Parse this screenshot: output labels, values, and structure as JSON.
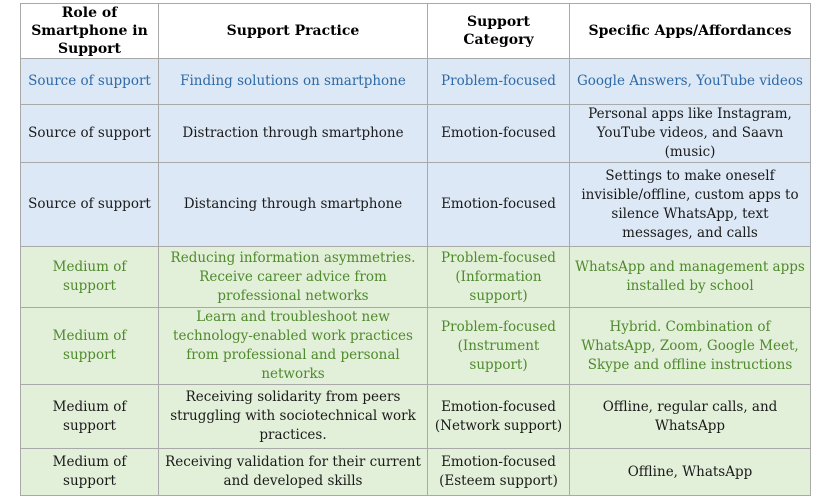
{
  "headers": [
    "Role of Smartphone in Support",
    "Support Practice",
    "Support Category",
    "Specific Apps/Affordances"
  ],
  "rows": [
    {
      "role": "Source of support",
      "practice": "Finding solutions on smartphone",
      "category": "Problem-focused",
      "apps": "Google Answers, YouTube videos"
    },
    {
      "role": "Source of support",
      "practice": "Distraction through smartphone",
      "category": "Emotion-focused",
      "apps": "Personal apps like Instagram, YouTube videos, and Saavn (music)"
    },
    {
      "role": "Source of support",
      "practice": "Distancing through smartphone",
      "category": "Emotion-focused",
      "apps": "Settings to make oneself invisible/offline, custom apps to silence WhatsApp, text messages, and calls"
    },
    {
      "role": "Medium of support",
      "practice": "Reducing information asymmetries. Receive career advice from professional networks",
      "category": "Problem-focused (Information support)",
      "apps": "WhatsApp and management apps installed by school"
    },
    {
      "role": "Medium of support",
      "practice": "Learn and troubleshoot new technology-enabled work practices from professional and personal networks",
      "category": "Problem-focused (Instrument support)",
      "apps": "Hybrid. Combination of WhatsApp, Zoom, Google Meet, Skype and offline instructions"
    },
    {
      "role": "Medium of support",
      "practice": "Receiving solidarity from peers struggling with sociotechnical work practices.",
      "category": "Emotion-focused (Network support)",
      "apps": "Offline, regular calls, and WhatsApp"
    },
    {
      "role": "Medium of support",
      "practice": "Receiving validation for their current and developed skills",
      "category": "Emotion-focused (Esteem support)",
      "apps": "Offline, WhatsApp"
    }
  ],
  "colors": {
    "blue_row_bg": "#dce8f5",
    "blue_text": "#2e6aa7",
    "green_row_bg": "#e2efd9",
    "green_text": "#4f8a2c",
    "border": "#a9a9a9"
  }
}
